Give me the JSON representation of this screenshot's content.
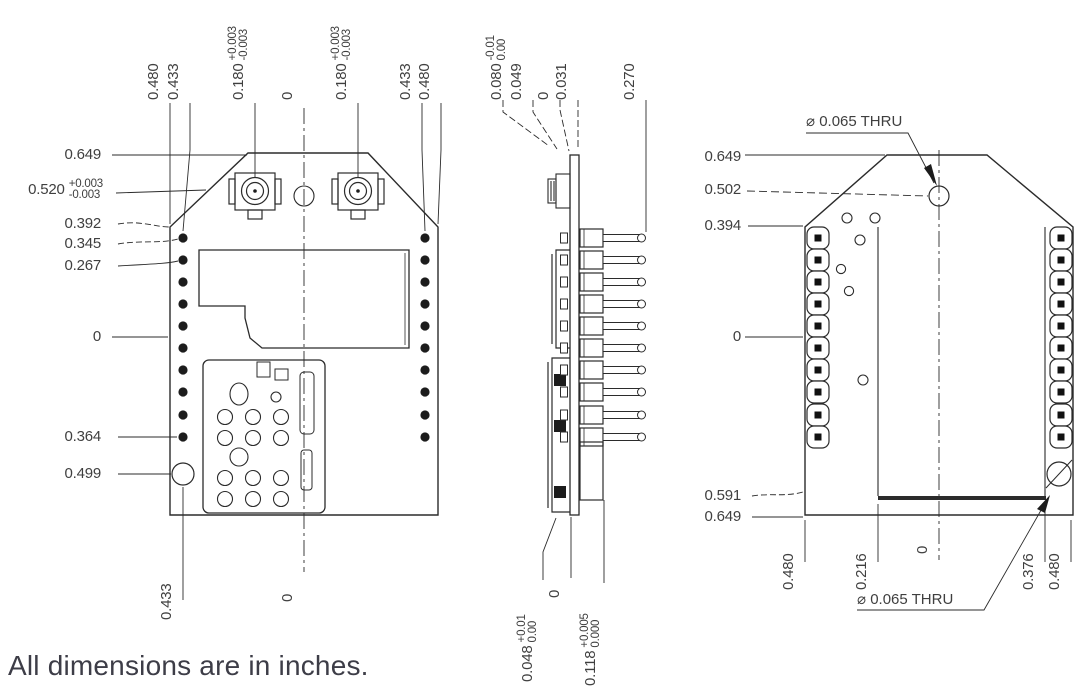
{
  "note": "All dimensions are in inches.",
  "front_view": {
    "top_labels": [
      {
        "value": "0.480"
      },
      {
        "value": "0.433"
      },
      {
        "value": "0.180",
        "tol_top": "+0.003",
        "tol_bottom": "-0.003"
      },
      {
        "value": "0"
      },
      {
        "value": "0.180",
        "tol_top": "+0.003",
        "tol_bottom": "-0.003"
      },
      {
        "value": "0.433"
      },
      {
        "value": "0.480"
      }
    ],
    "left_labels": [
      {
        "value": "0.649"
      },
      {
        "value": "0.520",
        "tol_top": "+0.003",
        "tol_bottom": "-0.003"
      },
      {
        "value": "0.392"
      },
      {
        "value": "0.345"
      },
      {
        "value": "0.267"
      },
      {
        "value": "0"
      },
      {
        "value": "0.364"
      },
      {
        "value": "0.499"
      }
    ],
    "bottom_labels": [
      {
        "value": "0.433"
      },
      {
        "value": "0"
      }
    ]
  },
  "side_view": {
    "top_labels": [
      {
        "value": "0.080",
        "tol_top": "-0.01",
        "tol_bottom": "0.00"
      },
      {
        "value": "0.049"
      },
      {
        "value": "0"
      },
      {
        "value": "0.031"
      },
      {
        "value": "0.270"
      }
    ],
    "bottom_labels": [
      {
        "value": "0.048",
        "tol_top": "+0.01",
        "tol_bottom": "0.00"
      },
      {
        "value": "0"
      },
      {
        "value": "0.118",
        "tol_top": "+0.005",
        "tol_bottom": "0.000"
      }
    ]
  },
  "back_view": {
    "left_labels": [
      {
        "value": "0.649"
      },
      {
        "value": "0.502"
      },
      {
        "value": "0.394"
      },
      {
        "value": "0"
      },
      {
        "value": "0.591"
      },
      {
        "value": "0.649"
      }
    ],
    "bottom_labels": [
      {
        "value": "0.480"
      },
      {
        "value": "0.216"
      },
      {
        "value": "0"
      },
      {
        "value": "0.376"
      },
      {
        "value": "0.480"
      }
    ],
    "hole_label_top": "⌀ 0.065 THRU",
    "hole_label_bottom": "⌀ 0.065 THRU"
  },
  "colors": {
    "line": "#2b2b2b",
    "text": "#3f3f3f",
    "pad_fill": "#1c1c1c"
  }
}
